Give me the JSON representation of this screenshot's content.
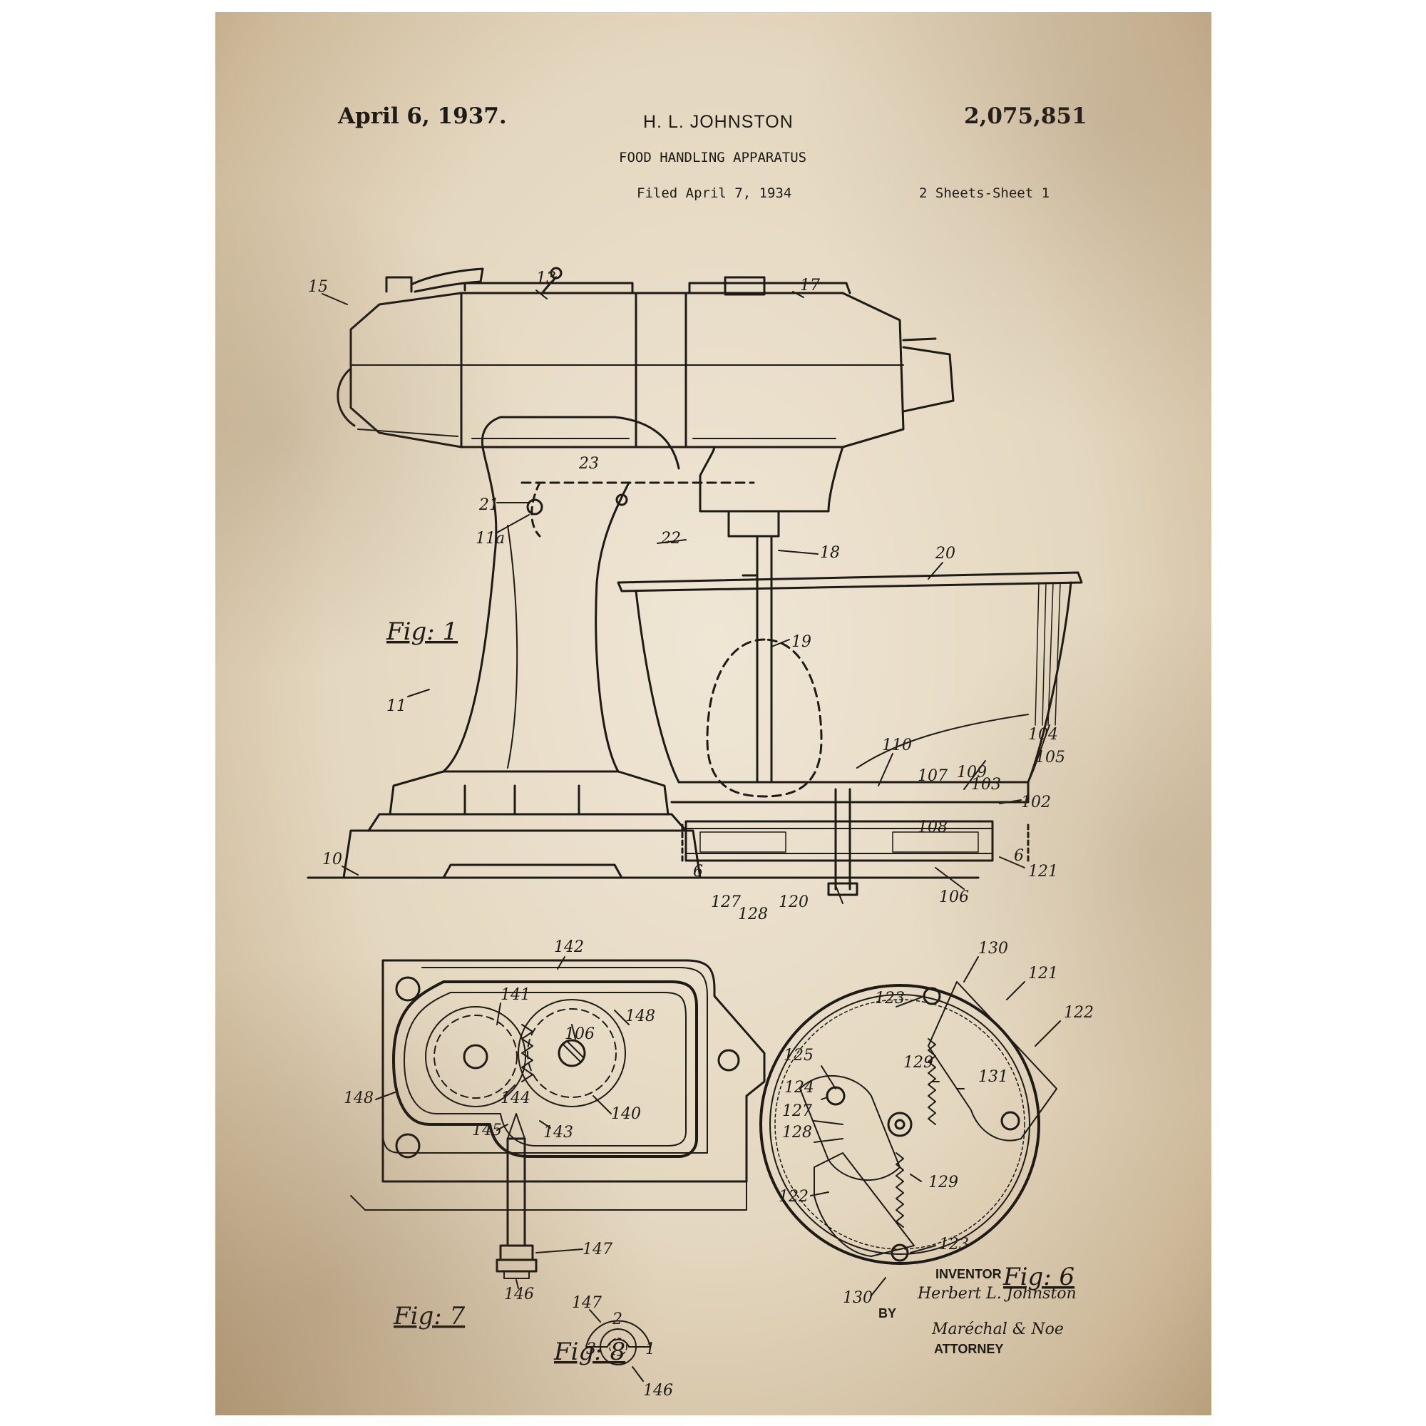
{
  "header": {
    "date": "April 6, 1937.",
    "inventor_name": "H. L. JOHNSTON",
    "patent_number": "2,075,851",
    "title": "FOOD HANDLING APPARATUS",
    "filed": "Filed April 7, 1934",
    "sheets": "2 Sheets-Sheet 1"
  },
  "figures": {
    "fig1": "Fig: 1",
    "fig6": "Fig: 6",
    "fig7": "Fig: 7",
    "fig8": "Fig: 8"
  },
  "fig1_refs": {
    "r15": "15",
    "r13": "13",
    "r17": "17",
    "r23": "23",
    "r21": "21",
    "r11a": "11a",
    "r22": "22",
    "r18": "18",
    "r20": "20",
    "r19": "19",
    "r11": "11",
    "r110": "110",
    "r104": "104",
    "r105": "105",
    "r107": "107",
    "r109": "109",
    "r103": "103",
    "r102": "102",
    "r108": "108",
    "r6a": "6",
    "r6b": "6",
    "r10": "10",
    "r121": "121",
    "r127": "127",
    "r128": "128",
    "r120": "120",
    "r106": "106"
  },
  "fig7_refs": {
    "r142": "142",
    "r141": "141",
    "r106": "106",
    "r148a": "148",
    "r148b": "148",
    "r144": "144",
    "r140": "140",
    "r145": "145",
    "r143": "143",
    "r147": "147",
    "r146": "146"
  },
  "fig6_refs": {
    "r130a": "130",
    "r121": "121",
    "r123a": "123",
    "r122a": "122",
    "r125": "125",
    "r129a": "129",
    "r131": "131",
    "r124": "124",
    "r127": "127",
    "r128": "128",
    "r129b": "129",
    "r122b": "122",
    "r123b": "123",
    "r130b": "130"
  },
  "fig8_refs": {
    "r147": "147",
    "r146": "146",
    "d1": "1",
    "d2": "2",
    "d3": "3"
  },
  "signature_block": {
    "inventor_label": "INVENTOR",
    "inventor_signature": "Herbert L. Johnston",
    "by_label": "BY",
    "attorney_signature": "Maréchal & Noe",
    "attorney_label": "ATTORNEY"
  },
  "colors": {
    "paper": "#e8dcc6",
    "ink": "#1e1a16"
  }
}
